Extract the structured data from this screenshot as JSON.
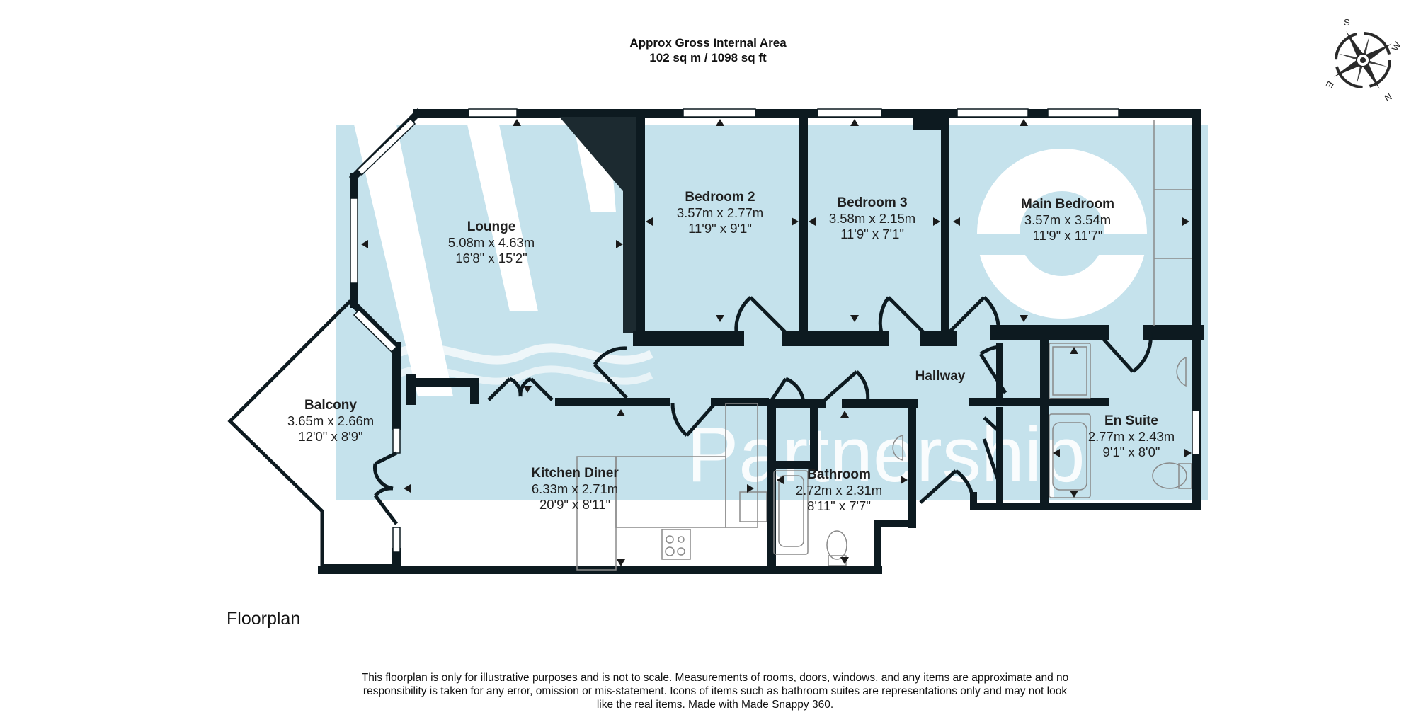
{
  "header": {
    "line1": "Approx Gross Internal Area",
    "line2": "102 sq m / 1098 sq ft"
  },
  "compass": {
    "labels": {
      "s": "S",
      "w": "W",
      "e": "E",
      "n": "N"
    }
  },
  "watermark": {
    "brand_letters": "We",
    "subtitle": "Partnership",
    "color": "#c5e2ec"
  },
  "rooms": [
    {
      "name": "Lounge",
      "metric": "5.08m x 4.63m",
      "imperial": "16'8\" x 15'2\""
    },
    {
      "name": "Bedroom 2",
      "metric": "3.57m x 2.77m",
      "imperial": "11'9\" x 9'1\""
    },
    {
      "name": "Bedroom 3",
      "metric": "3.58m x 2.15m",
      "imperial": "11'9\" x 7'1\""
    },
    {
      "name": "Main Bedroom",
      "metric": "3.57m x 3.54m",
      "imperial": "11'9\" x 11'7\""
    },
    {
      "name": "Hallway",
      "metric": "",
      "imperial": ""
    },
    {
      "name": "Balcony",
      "metric": "3.65m x 2.66m",
      "imperial": "12'0\" x 8'9\""
    },
    {
      "name": "Kitchen Diner",
      "metric": "6.33m x 2.71m",
      "imperial": "20'9\" x 8'11\""
    },
    {
      "name": "Bathroom",
      "metric": "2.72m x 2.31m",
      "imperial": "8'11\" x 7'7\""
    },
    {
      "name": "En Suite",
      "metric": "2.77m x 2.43m",
      "imperial": "9'1\" x 8'0\""
    }
  ],
  "caption": "Floorplan",
  "disclaimer": "This floorplan is only for illustrative purposes and is not to scale. Measurements of rooms, doors, windows, and any items are approximate and no responsibility is taken for any error, omission or mis-statement. Icons of items such as bathroom suites are representations only and may not look like the real items. Made with Made Snappy 360.",
  "colors": {
    "wall": "#0d1a20",
    "watermark": "#c5e2ec",
    "fixture_line": "#8a8a8a"
  }
}
